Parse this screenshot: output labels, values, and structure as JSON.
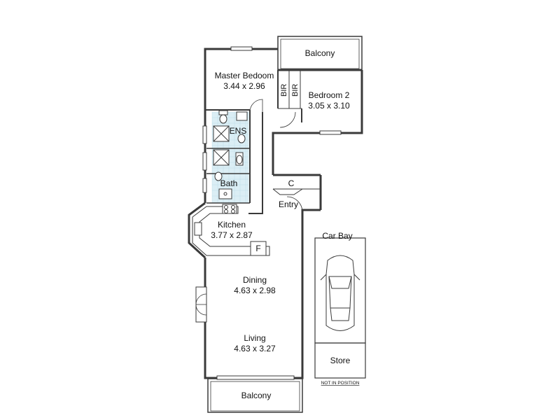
{
  "rooms": {
    "balcony_top": {
      "label": "Balcony"
    },
    "master_bedroom": {
      "label": "Master Bedoom",
      "size": "3.44 x 2.96"
    },
    "bir_1": {
      "label": "BIR"
    },
    "bir_2": {
      "label": "BIR"
    },
    "bedroom_2": {
      "label": "Bedroom 2",
      "size": "3.05 x 3.10"
    },
    "ensuite": {
      "label": "ENS"
    },
    "bath": {
      "label": "Bath"
    },
    "cupboard": {
      "label": "C"
    },
    "entry": {
      "label": "Entry"
    },
    "kitchen": {
      "label": "Kitchen",
      "size": "3.77 x 2.87"
    },
    "fridge": {
      "label": "F"
    },
    "dining": {
      "label": "Dining",
      "size": "4.63 x 2.98"
    },
    "living": {
      "label": "Living",
      "size": "4.63 x 3.27"
    },
    "balcony_bottom": {
      "label": "Balcony"
    },
    "car_bay": {
      "label": "Car Bay"
    },
    "store": {
      "label": "Store"
    }
  },
  "notes": {
    "not_in_position": "NOT IN POSITION"
  },
  "colors": {
    "wall": "#3a3a3a",
    "wet_area_tile": "#dbeef5"
  }
}
